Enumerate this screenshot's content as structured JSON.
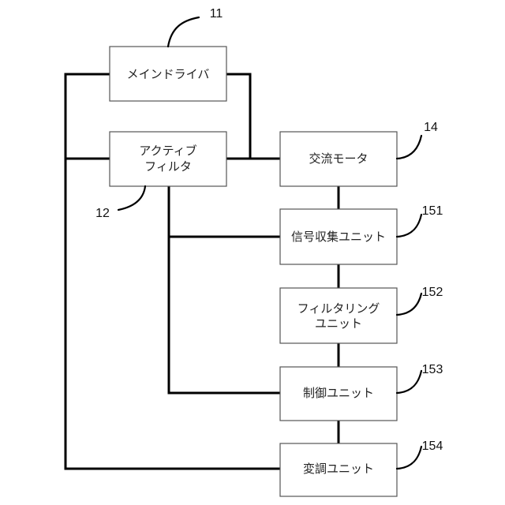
{
  "blocks": {
    "main_driver": {
      "ref": "11",
      "lines": [
        "メインドライバ"
      ]
    },
    "active_filter": {
      "ref": "12",
      "lines": [
        "アクティブ",
        "フィルタ"
      ]
    },
    "ac_motor": {
      "ref": "14",
      "lines": [
        "交流モータ"
      ]
    },
    "signal_collection_unit": {
      "ref": "151",
      "lines": [
        "信号収集ユニット"
      ]
    },
    "filtering_unit": {
      "ref": "152",
      "lines": [
        "フィルタリング",
        "ユニット"
      ]
    },
    "control_unit": {
      "ref": "153",
      "lines": [
        "制御ユニット"
      ]
    },
    "modulation_unit": {
      "ref": "154",
      "lines": [
        "変調ユニット"
      ]
    }
  }
}
